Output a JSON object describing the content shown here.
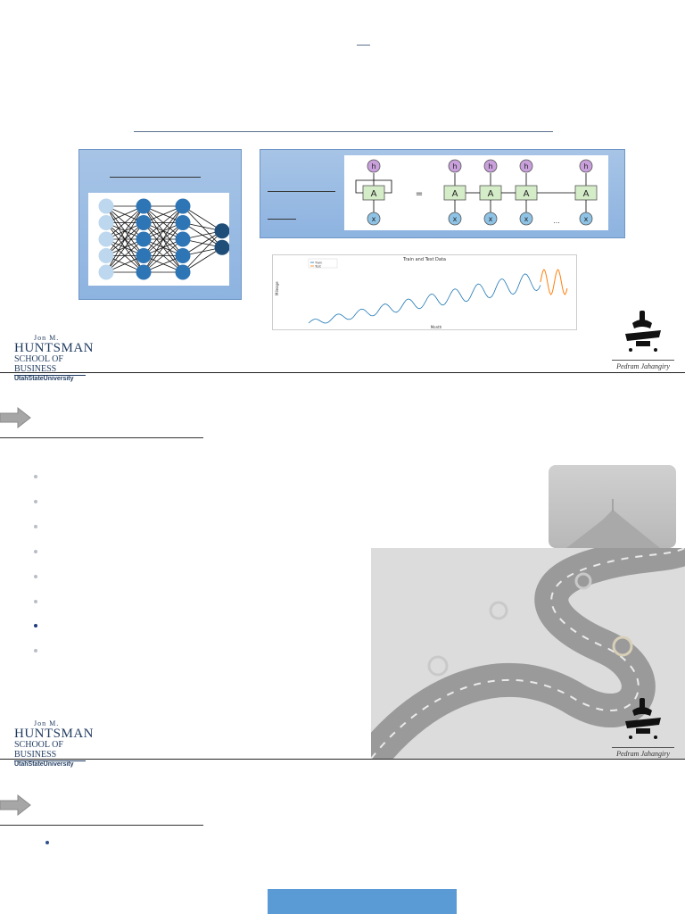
{
  "logos": {
    "huntsman": {
      "line1": "Jon M.",
      "line2": "HUNTSMAN",
      "line3": "SCHOOL OF BUSINESS",
      "line4": "UtahStateUniversity"
    },
    "signature": "Pedram Jahangiry"
  },
  "slide1": {
    "rnn_labels": {
      "h_symbol": "h",
      "x_symbol": "x",
      "cell": "A",
      "equals": "=",
      "ellipsis": "..."
    },
    "chart": {
      "title": "Train and Test Data",
      "ylabel": "Mileage",
      "xlabel": "Month",
      "legend": [
        "Train",
        "Test"
      ]
    }
  },
  "slide2": {
    "bullets": [
      {
        "active": false
      },
      {
        "active": false
      },
      {
        "active": false
      },
      {
        "active": false
      },
      {
        "active": false
      },
      {
        "active": false
      },
      {
        "active": true
      },
      {
        "active": false
      }
    ]
  },
  "colors": {
    "panel_blue": "#8db3e0",
    "dark_node": "#1f4e79",
    "mid_node": "#2e75b6",
    "light_node": "#bdd7ee",
    "button_blue": "#5b9bd5",
    "train_line": "#1f77b4",
    "test_line": "#ff7f0e"
  }
}
